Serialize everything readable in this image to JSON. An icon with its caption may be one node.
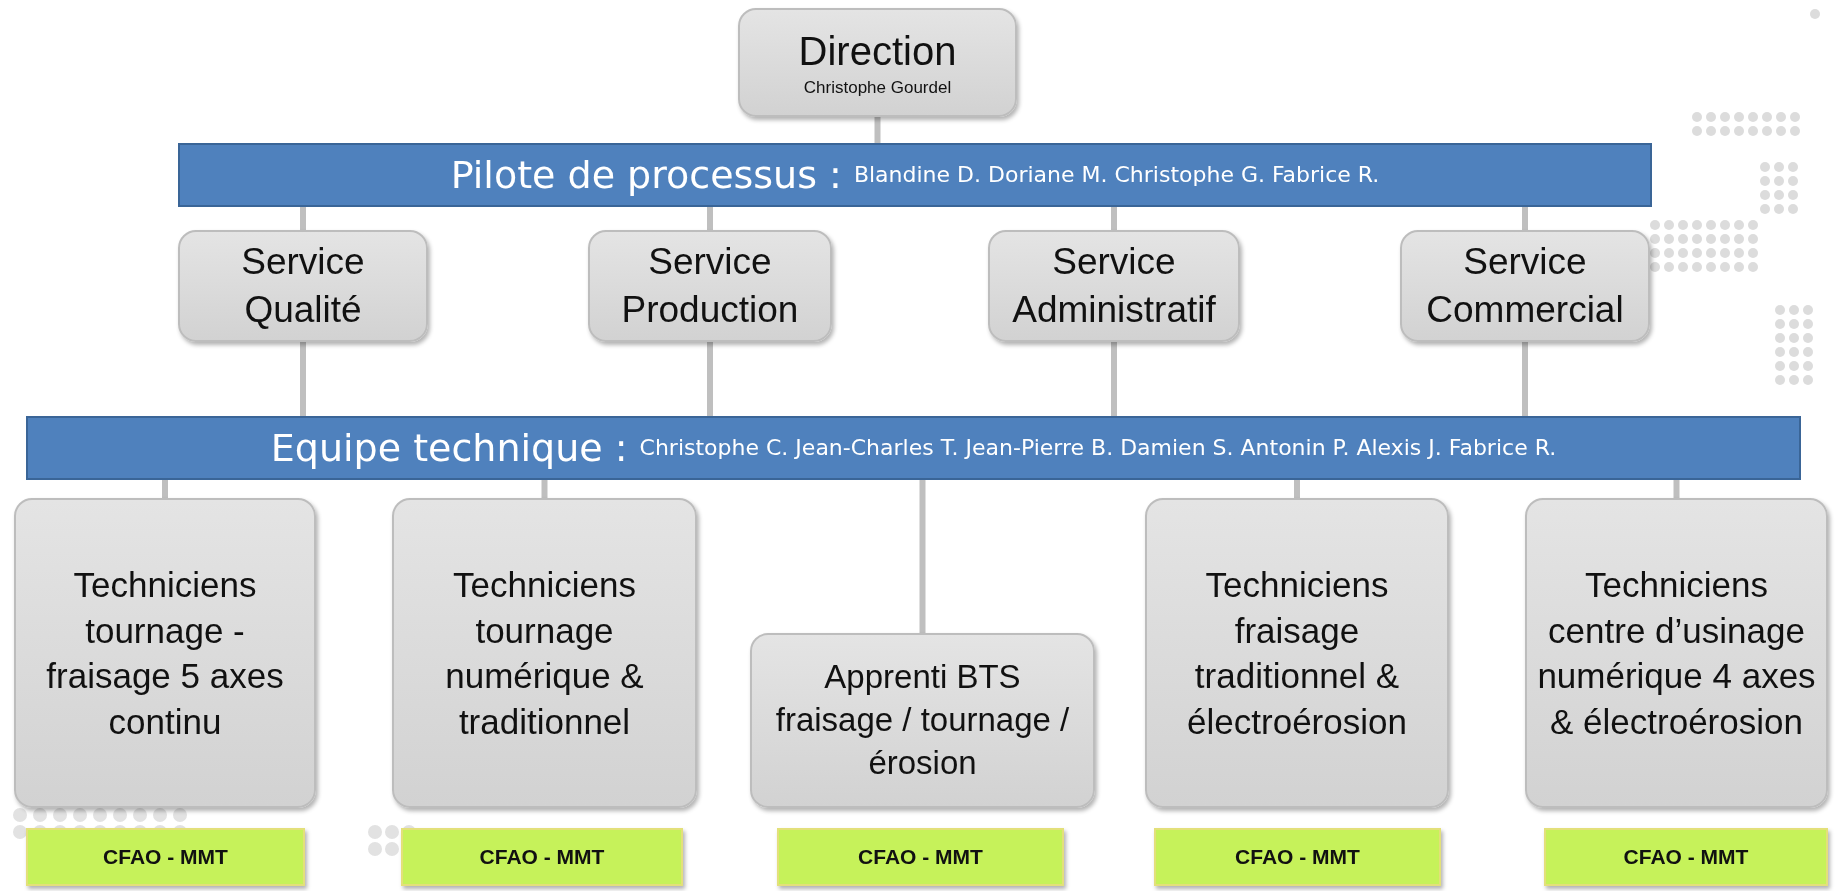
{
  "diagram": {
    "nodes": [
      {
        "text": [
          "Direction",
          "Christophe Gourdel"
        ]
      },
      {
        "text": [
          "Pilote de processus :",
          "Blandine D. Doriane M. Christophe G. Fabrice R."
        ]
      },
      {
        "text": [
          "Service Qualité"
        ]
      },
      {
        "text": [
          "Service Production"
        ]
      },
      {
        "text": [
          "Service Administratif"
        ]
      },
      {
        "text": [
          "Service Commercial"
        ]
      },
      {
        "text": [
          "Equipe technique :",
          "Christophe C. Jean-Charles T. Jean-Pierre B. Damien S. Antonin P. Alexis J. Fabrice R."
        ]
      },
      {
        "text": [
          "Techniciens tournage - fraisage 5 axes continu"
        ]
      },
      {
        "text": [
          "Techniciens tournage numérique & traditionnel"
        ]
      },
      {
        "text": [
          "Apprenti BTS fraisage / tournage / érosion"
        ]
      },
      {
        "text": [
          "Techniciens fraisage traditionnel & électroérosion"
        ]
      },
      {
        "text": [
          "Techniciens centre d’usinage numérique 4 axes & électroérosion"
        ]
      },
      {
        "text": [
          "CFAO - MMT"
        ]
      },
      {
        "text": [
          "CFAO - MMT"
        ]
      },
      {
        "text": [
          "CFAO - MMT"
        ]
      },
      {
        "text": [
          "CFAO - MMT"
        ]
      },
      {
        "text": [
          "CFAO - MMT"
        ]
      }
    ],
    "edges": [
      {
        "from": 0,
        "to": 1,
        "arrow": "none"
      },
      {
        "from": 1,
        "to": 2,
        "arrow": "none"
      },
      {
        "from": 1,
        "to": 3,
        "arrow": "none"
      },
      {
        "from": 1,
        "to": 4,
        "arrow": "none"
      },
      {
        "from": 1,
        "to": 5,
        "arrow": "none"
      },
      {
        "from": 2,
        "to": 6,
        "arrow": "none"
      },
      {
        "from": 3,
        "to": 6,
        "arrow": "none"
      },
      {
        "from": 4,
        "to": 6,
        "arrow": "none"
      },
      {
        "from": 5,
        "to": 6,
        "arrow": "none"
      },
      {
        "from": 6,
        "to": 7,
        "arrow": "none"
      },
      {
        "from": 6,
        "to": 8,
        "arrow": "none"
      },
      {
        "from": 6,
        "to": 9,
        "arrow": "none"
      },
      {
        "from": 6,
        "to": 10,
        "arrow": "none"
      },
      {
        "from": 6,
        "to": 11,
        "arrow": "none"
      }
    ]
  }
}
